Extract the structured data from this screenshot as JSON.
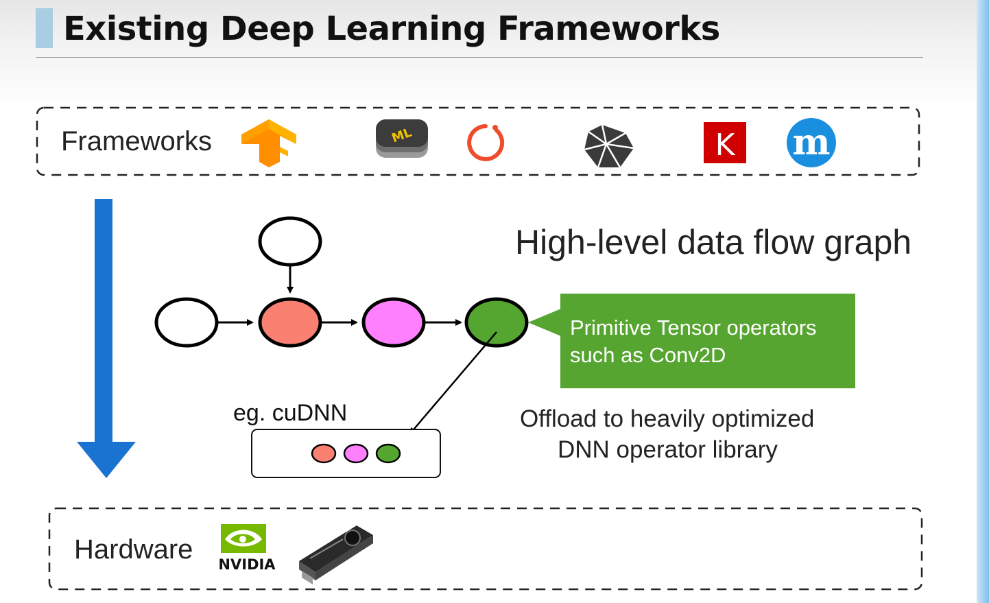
{
  "slide": {
    "title": "Existing Deep Learning Frameworks"
  },
  "frameworks": {
    "label": "Frameworks",
    "logos": [
      {
        "name": "tensorflow",
        "icon": "tensorflow-logo-icon",
        "color": "#ff8f00"
      },
      {
        "name": "coreml",
        "icon": "coreml-logo-icon",
        "text": "ML"
      },
      {
        "name": "pytorch",
        "icon": "pytorch-logo-icon",
        "color": "#ee4c2c"
      },
      {
        "name": "polyhedron",
        "icon": "polyhedron-logo-icon",
        "color": "#333333"
      },
      {
        "name": "keras",
        "icon": "keras-logo-icon",
        "text": "K",
        "color": "#d00000"
      },
      {
        "name": "mxnet",
        "icon": "mxnet-logo-icon",
        "text": "m",
        "color": "#1a8fe0"
      }
    ]
  },
  "graph": {
    "heading": "High-level data flow graph",
    "node_colors": [
      "#ffffff",
      "#ffffff",
      "#fa8072",
      "#ff80ff",
      "#55a630"
    ],
    "callout": {
      "line1": "Primitive Tensor operators",
      "line2": "such as Conv2D"
    }
  },
  "library": {
    "label": "eg. cuDNN",
    "dots": [
      "#fa8072",
      "#ff80ff",
      "#55a630"
    ],
    "offload_line1": "Offload to heavily optimized",
    "offload_line2": "DNN operator library"
  },
  "hardware": {
    "label": "Hardware",
    "nvidia_text": "NVIDIA",
    "nvidia_color": "#76b900",
    "gpu_icon": "gpu-card-icon"
  },
  "colors": {
    "flow_arrow": "#1a73d0",
    "accent": "#a9cde3"
  }
}
